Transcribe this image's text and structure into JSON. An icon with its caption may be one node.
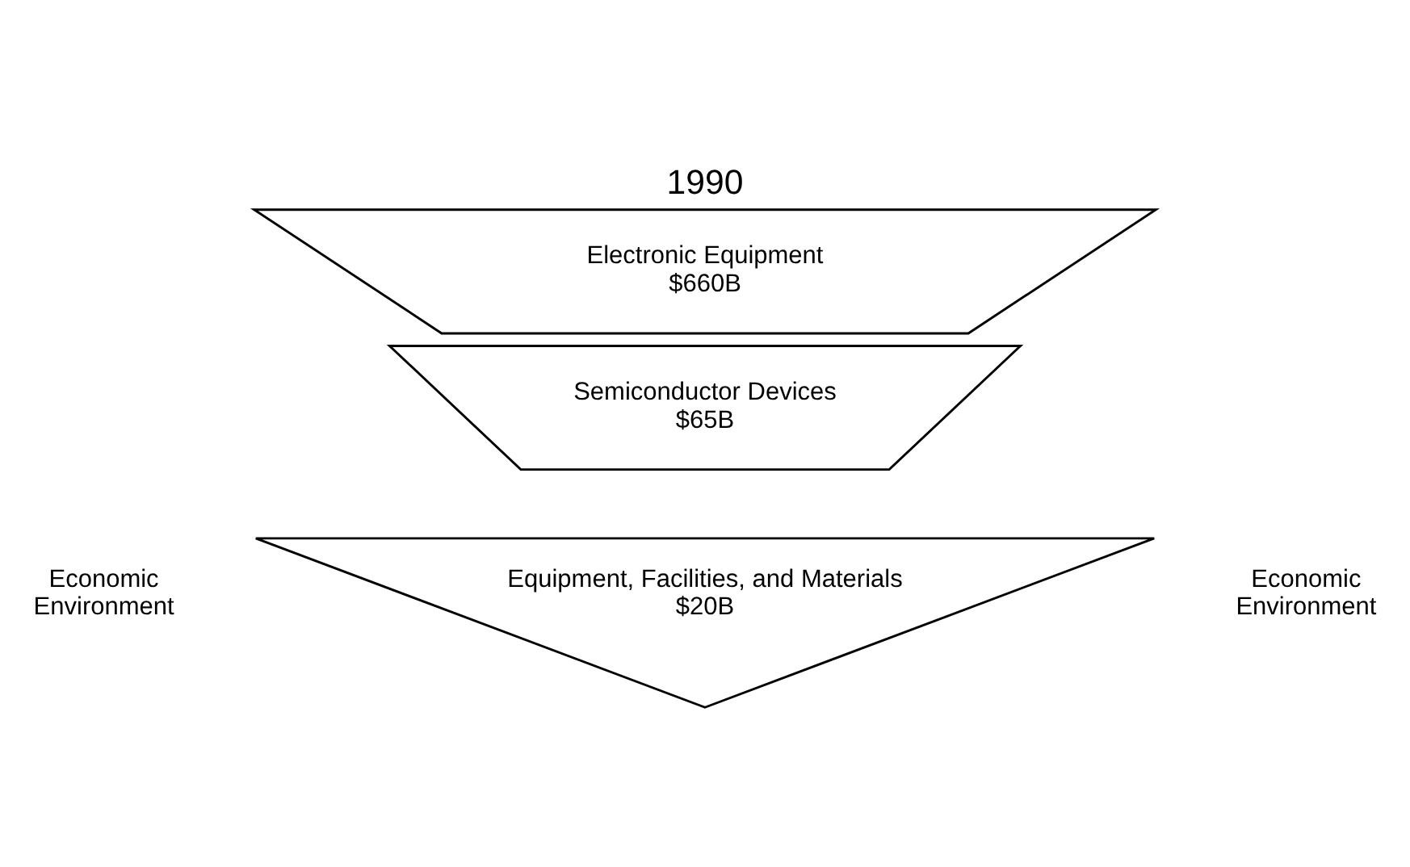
{
  "diagram": {
    "title": "1990",
    "nodes": [
      {
        "text": [
          "Electronic Equipment",
          "$660B"
        ]
      },
      {
        "text": [
          "Semiconductor Devices",
          "$65B"
        ]
      },
      {
        "text": [
          "Equipment, Facilities, and Materials",
          "$20B"
        ]
      }
    ],
    "edges": [],
    "labels": [
      "Economic Environment",
      "Economic Environment"
    ]
  }
}
